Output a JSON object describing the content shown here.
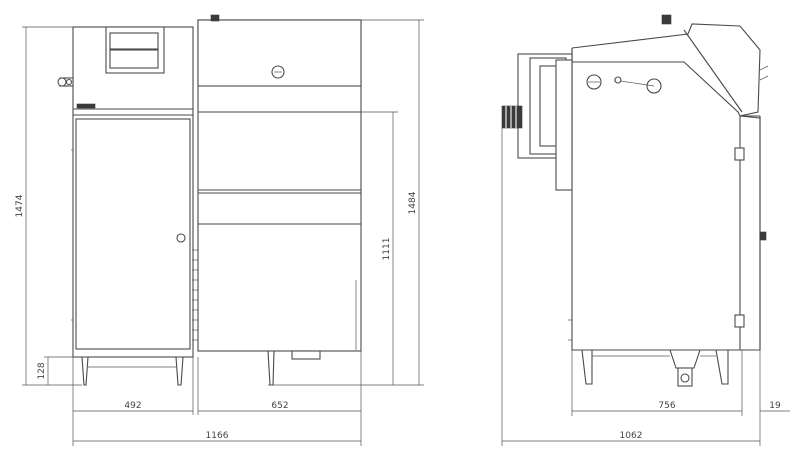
{
  "dimensions": {
    "height_left": "1474",
    "height_right": "1484",
    "height_inner": "1111",
    "height_feet": "128",
    "width_module": "492",
    "width_storage": "652",
    "width_total": "1166",
    "depth_body": "756",
    "depth_offset": "19",
    "depth_total": "1062"
  }
}
